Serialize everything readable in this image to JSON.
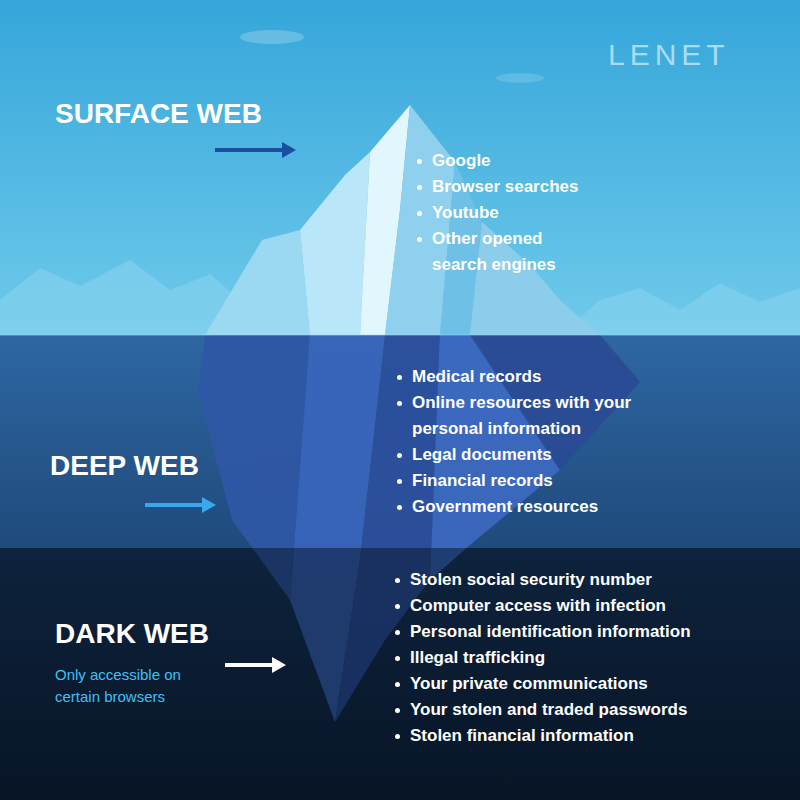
{
  "diagram": {
    "nodes": [
      {
        "text": [
          "SURFACE WEB",
          "Google",
          "Browser searches",
          "Youtube",
          "Other opened search engines"
        ]
      },
      {
        "text": [
          "DEEP WEB",
          "Medical records",
          "Online resources with your personal information",
          "Legal documents",
          "Financial records",
          "Government resources"
        ]
      },
      {
        "text": [
          "DARK WEB",
          "Only accessible on certain browsers",
          "Stolen social security number",
          "Computer access with infection",
          "Personal identification information",
          "Illegal trafficking",
          "Your private communications",
          "Your stolen and traded passwords",
          "Stolen financial information"
        ]
      }
    ],
    "labels": [
      "LENET"
    ]
  }
}
